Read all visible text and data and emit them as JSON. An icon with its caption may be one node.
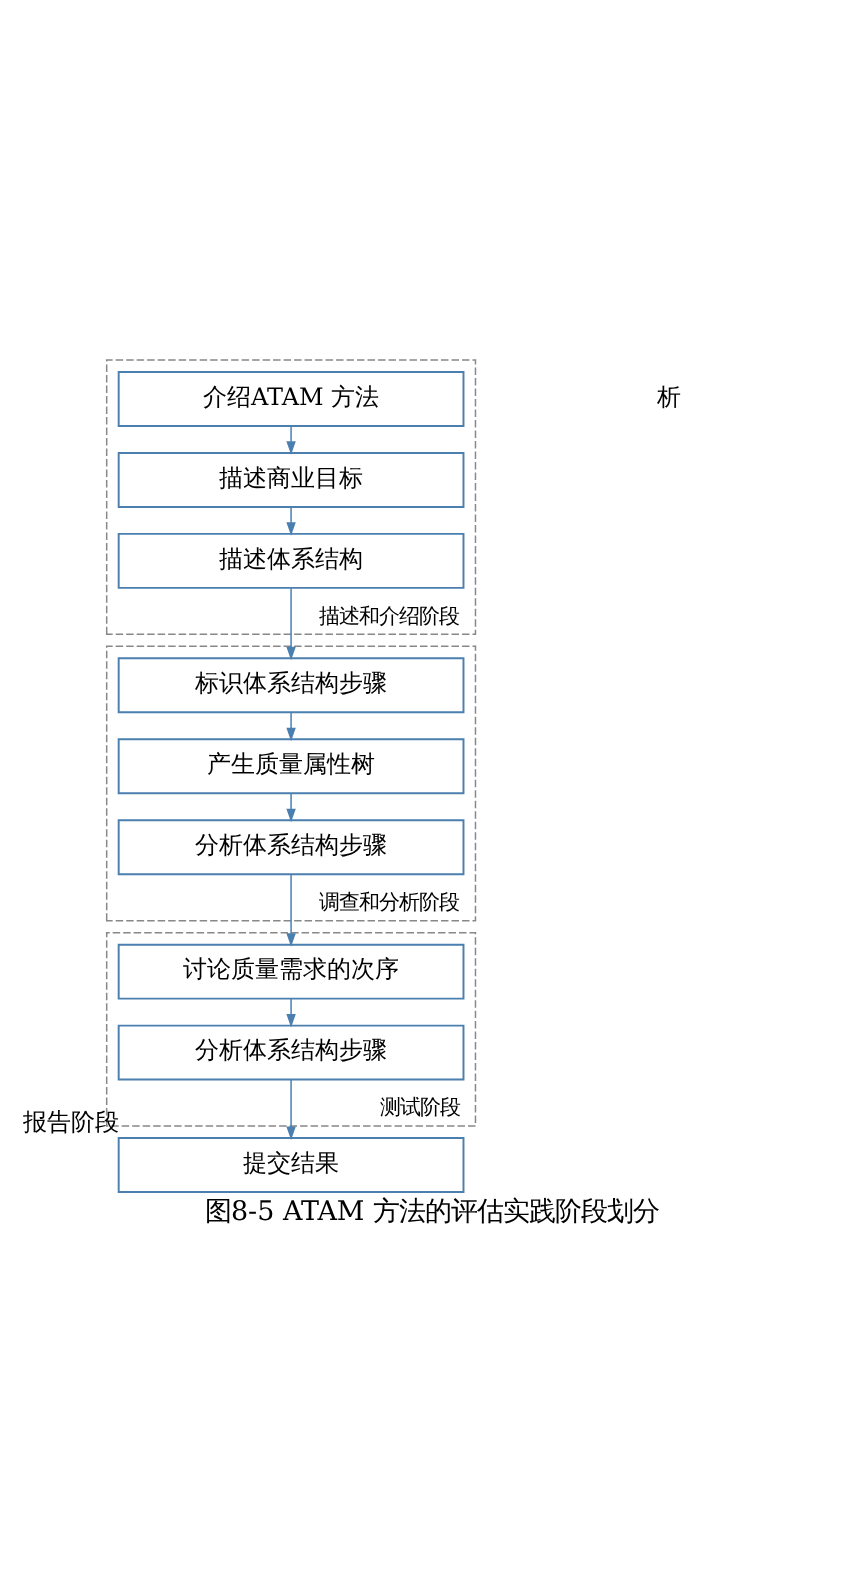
{
  "diagram": {
    "caption": "图8-5 ATAM 方法的评估实践阶段划分",
    "nodes": [
      {
        "text": [
          "描述和介绍阶段"
        ]
      },
      {
        "text": [
          "介绍ATAM 方法"
        ],
        "in": 0
      },
      {
        "text": [
          "描述商业目标"
        ],
        "in": 0
      },
      {
        "text": [
          "描述体系结构"
        ],
        "in": 0
      },
      {
        "text": [
          "调查和分析阶段"
        ]
      },
      {
        "text": [
          "标识体系结构步骤"
        ],
        "in": 4
      },
      {
        "text": [
          "产生质量属性树"
        ],
        "in": 4
      },
      {
        "text": [
          "分析体系结构步骤"
        ],
        "in": 4
      },
      {
        "text": [
          "测试阶段"
        ]
      },
      {
        "text": [
          "讨论质量需求的次序"
        ],
        "in": 8
      },
      {
        "text": [
          "分析体系结构步骤"
        ],
        "in": 8
      },
      {
        "text": [
          "提交结果"
        ],
        "beside": [
          "报告阶段"
        ]
      }
    ],
    "edges": [
      {
        "from": 1,
        "to": 2,
        "arrow": "to"
      },
      {
        "from": 2,
        "to": 3,
        "arrow": "to"
      },
      {
        "from": 3,
        "to": 5,
        "arrow": "to"
      },
      {
        "from": 5,
        "to": 6,
        "arrow": "to"
      },
      {
        "from": 6,
        "to": 7,
        "arrow": "to"
      },
      {
        "from": 7,
        "to": 9,
        "arrow": "to"
      },
      {
        "from": 9,
        "to": 10,
        "arrow": "to"
      },
      {
        "from": 10,
        "to": 11,
        "arrow": "to"
      }
    ],
    "labels": [
      "析"
    ]
  }
}
